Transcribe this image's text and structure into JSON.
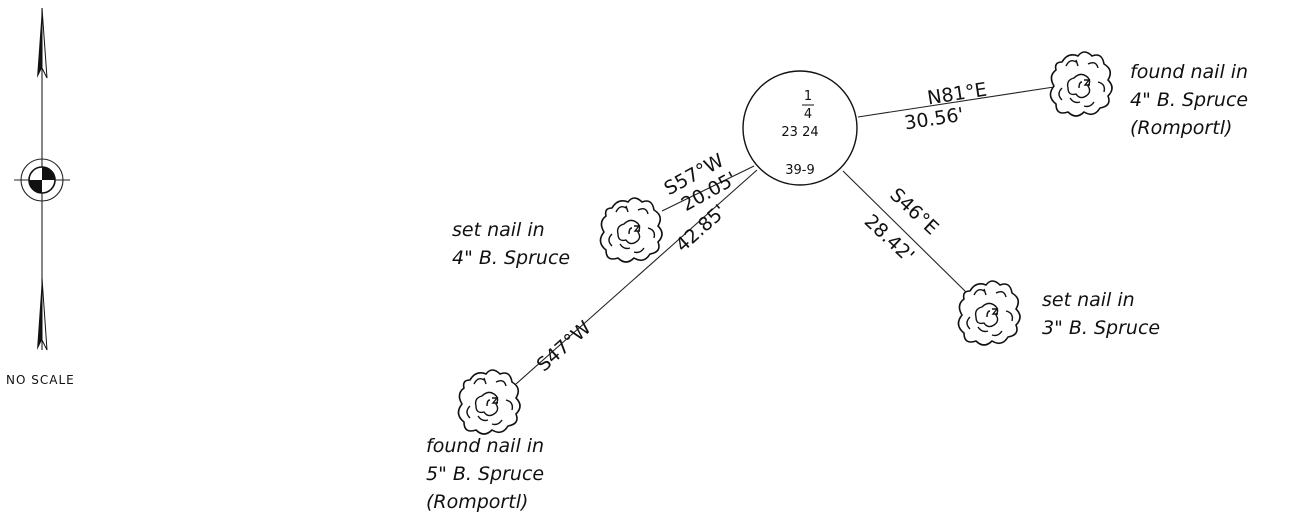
{
  "north_arrow": {
    "scale_note": "NO SCALE"
  },
  "corner": {
    "fraction_num": "1",
    "fraction_den": "4",
    "sections": "23 24",
    "ref": "39-9"
  },
  "ties": [
    {
      "id": "ne",
      "bearing": "N81°E",
      "distance": "30.56'",
      "tree_lines": [
        "found nail in",
        "4\" B. Spruce",
        "(Romportl)"
      ]
    },
    {
      "id": "w",
      "bearing": "S57°W",
      "distance": "20.05'",
      "tree_lines": [
        "set nail in",
        "4\" B. Spruce"
      ]
    },
    {
      "id": "se",
      "bearing": "S46°E",
      "distance": "28.42'",
      "tree_lines": [
        "set nail in",
        "3\" B. Spruce"
      ]
    },
    {
      "id": "sw",
      "bearing": "S47°W",
      "distance": "42.85'",
      "tree_lines": [
        "found nail in",
        "5\" B. Spruce",
        "(Romportl)"
      ]
    }
  ]
}
